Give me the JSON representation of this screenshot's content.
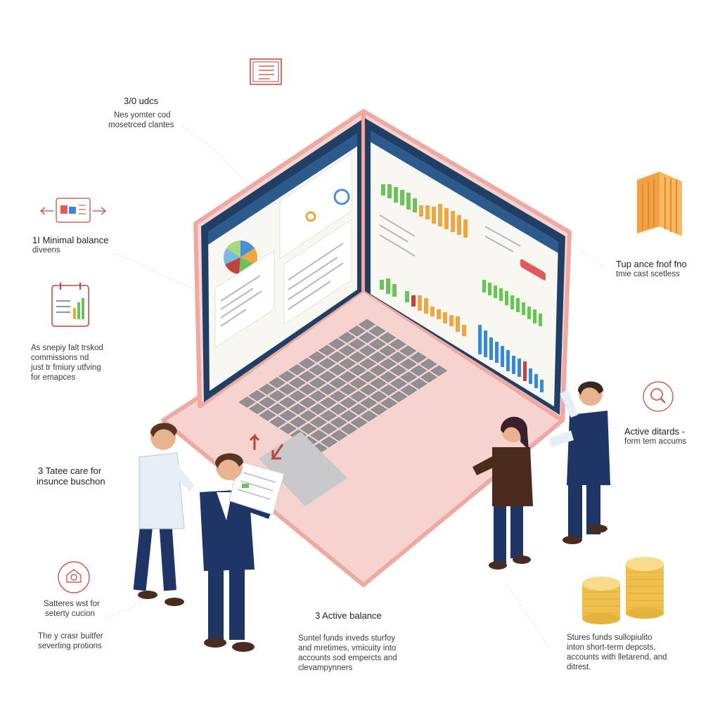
{
  "colors": {
    "laptop_body": "#f6d3cf",
    "laptop_edge": "#eeaaa2",
    "screen_frame": "#1f3f66",
    "screen_bg": "#f8f7f2",
    "key": "#8f8f94",
    "accent_red": "#c1443c",
    "accent_orange": "#f4a540",
    "accent_green": "#6cc25a",
    "accent_blue": "#3f86cf",
    "suit_navy": "#1e3566",
    "coin_gold": "#f5cf6a"
  },
  "icons": {
    "top_doc": "document-icon",
    "left_card": "payment-card-icon",
    "left_calendar": "calendar-chart-icon",
    "left_shield": "shield-icon",
    "right_building": "building-icon",
    "right_magnifier": "magnifier-icon",
    "coins": "coin-stack-icon"
  },
  "labels": {
    "top": {
      "title": "3/0 udcs",
      "line1": "Nes yomter cod",
      "line2": "mosetrced clantes"
    },
    "left1": {
      "title": "1I Minimal balance",
      "line1": "diveens"
    },
    "left2": {
      "line1": "As snepiy falt trskod",
      "line2": "commissions nd",
      "line3": "just tr fmiury utfving",
      "line4": "for emapces"
    },
    "left3": {
      "line1": "3 Tatee care for",
      "line2": "insunce buschon"
    },
    "left4": {
      "line1": "Satteres wst for",
      "line2": "seterty cucion",
      "line3": "The y crasr buitfer",
      "line4": "severting protions"
    },
    "right1": {
      "line1": "Tup ance fnof fno",
      "line2": "tmie cast scetless"
    },
    "right2": {
      "line1": "Active ditards -",
      "line2": "form tem accums"
    },
    "bottom_center": {
      "title": "3 Active balance",
      "line1": "Suntel funds inveds sturfoy",
      "line2": "and mretimes, vmicuity into",
      "line3": "accounts sod empercts and",
      "line4": "clevampynners"
    },
    "bottom_right": {
      "line1": "Stures funds sullopiulito",
      "line2": "inton short-term depcsts,",
      "line3": "accounts with lletarend, and",
      "line4": "ditrest."
    }
  }
}
